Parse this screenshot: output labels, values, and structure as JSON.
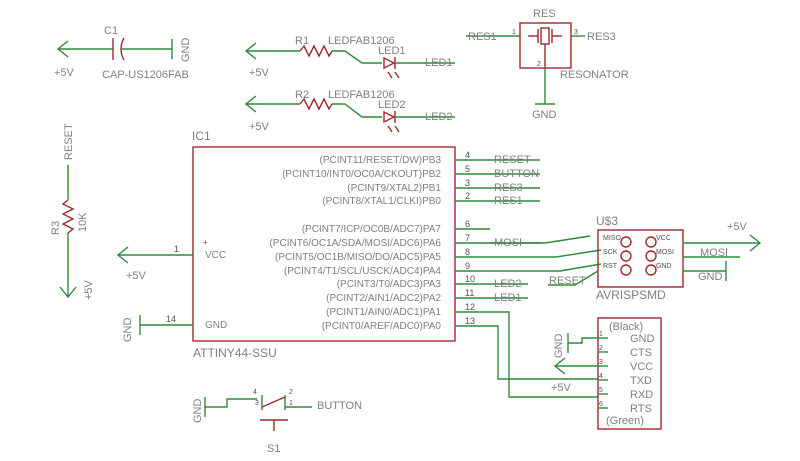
{
  "c1": {
    "name": "C1",
    "value": "CAP-US1206FAB",
    "plus": "+5V",
    "gnd": "GND"
  },
  "r1": {
    "name": "R1",
    "value": "LEDFAB1206",
    "plus": "+5V"
  },
  "led1": {
    "name": "LED1",
    "net": "LED1"
  },
  "r2": {
    "name": "R2",
    "value": "LEDFAB1206",
    "plus": "+5V"
  },
  "led2": {
    "name": "LED2",
    "net": "LED2"
  },
  "res": {
    "name": "RES",
    "value": "RESONATOR",
    "net1": "RES1",
    "net3": "RES3",
    "gnd": "GND",
    "pin1": "1",
    "pin2": "2",
    "pin3": "3"
  },
  "r3": {
    "name": "R3",
    "value": "10K",
    "net": "RESET",
    "plus": "+5V"
  },
  "ic1": {
    "name": "IC1",
    "value": "ATTINY44-SSU",
    "vcc_label": "VCC",
    "gnd_label": "GND",
    "vcc_pin": "1",
    "gnd_pin": "14",
    "plus": "+5V",
    "gnd_net": "GND",
    "pins": [
      {
        "label": "(PCINT11/RESET/DW)PB3",
        "num": "4",
        "net": "RESET"
      },
      {
        "label": "(PCINT10/INT0/OC0A/CKOUT)PB2",
        "num": "5",
        "net": "BUTTON"
      },
      {
        "label": "(PCINT9/XTAL2)PB1",
        "num": "3",
        "net": "RES3"
      },
      {
        "label": "(PCINT8/XTAL1/CLKI)PB0",
        "num": "2",
        "net": "RES1"
      },
      {
        "label": "(PCINT7/ICP/OC0B/ADC7)PA7",
        "num": "6",
        "net": ""
      },
      {
        "label": "(PCINT6/OC1A/SDA/MOSI/ADC6)PA6",
        "num": "7",
        "net": "MOSI"
      },
      {
        "label": "(PCINT5/OC1B/MISO/DO/ADC5)PA5",
        "num": "8",
        "net": ""
      },
      {
        "label": "(PCINT4/T1/SCL/USCK/ADC4)PA4",
        "num": "9",
        "net": ""
      },
      {
        "label": "(PCINT3/T0/ADC3)PA3",
        "num": "10",
        "net": "LED2"
      },
      {
        "label": "(PCINT2/AIN1/ADC2)PA2",
        "num": "11",
        "net": "LED1"
      },
      {
        "label": "(PCINT1/AIN0/ADC1)PA1",
        "num": "12",
        "net": ""
      },
      {
        "label": "(PCINT0/AREF/ADC0)PA0",
        "num": "13",
        "net": ""
      }
    ]
  },
  "isp": {
    "name": "U$3",
    "value": "AVRISPSMD",
    "left_pins": [
      "MISO",
      "SCK",
      "RST"
    ],
    "right_pins": [
      "VCC",
      "MOSI",
      "GND"
    ],
    "plus": "+5V",
    "mosi": "MOSI",
    "reset": "RESET",
    "gnd": "GND"
  },
  "ftdi": {
    "top": "(Black)",
    "bottom": "(Green)",
    "pins": [
      {
        "num": "1",
        "label": "GND"
      },
      {
        "num": "2",
        "label": "CTS"
      },
      {
        "num": "3",
        "label": "VCC"
      },
      {
        "num": "4",
        "label": "TXD"
      },
      {
        "num": "5",
        "label": "RXD"
      },
      {
        "num": "6",
        "label": "RTS"
      }
    ],
    "gnd": "GND",
    "plus": "+5V"
  },
  "s1": {
    "name": "S1",
    "net": "BUTTON",
    "gnd": "GND",
    "p1": "1",
    "p2": "2",
    "p3": "3",
    "p4": "4"
  }
}
